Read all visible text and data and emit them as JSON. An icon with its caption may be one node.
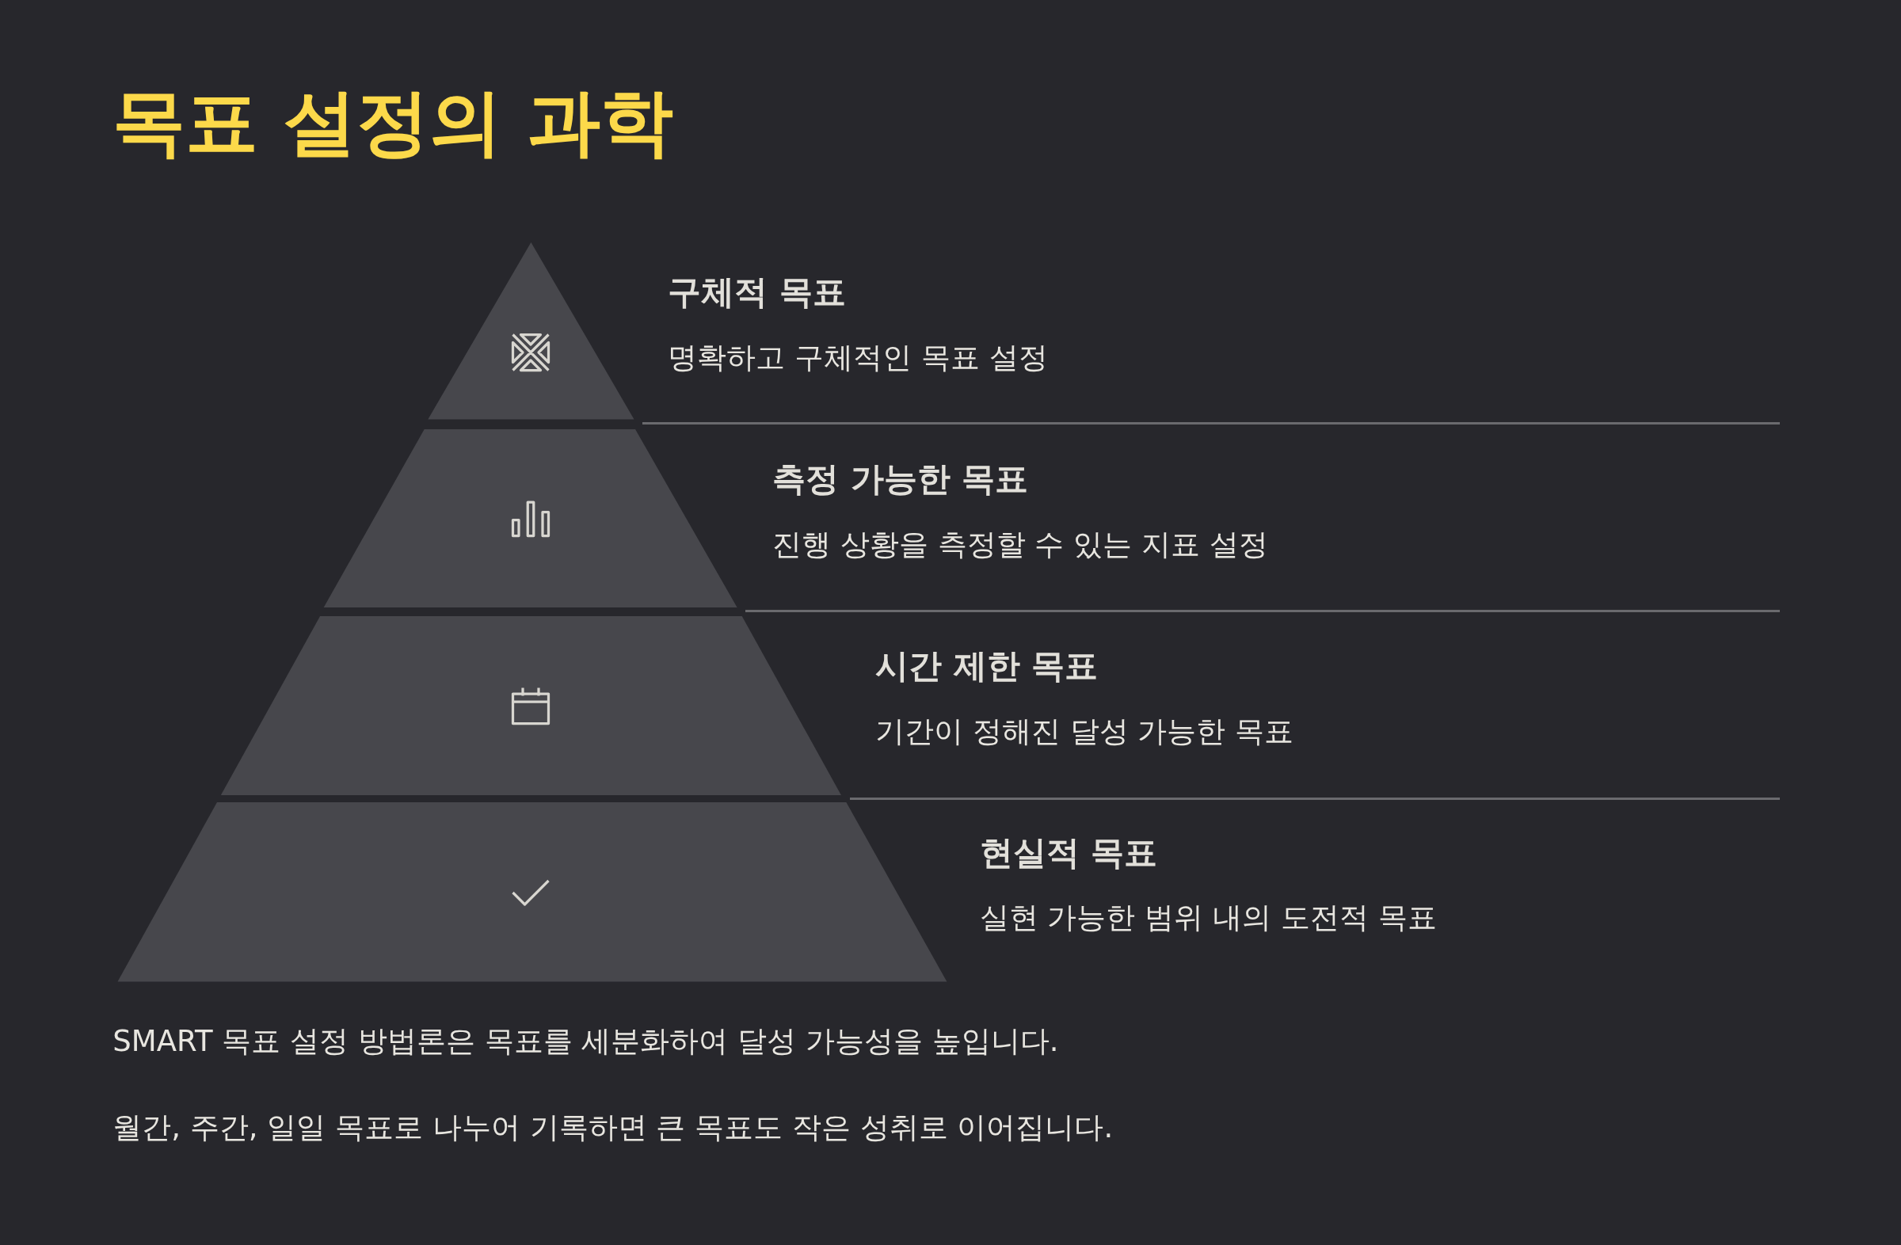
{
  "diagram": {
    "title": "목표 설정의 과학",
    "nodes": [
      {
        "text": [
          "구체적 목표",
          "명확하고 구체적인 목표 설정"
        ]
      },
      {
        "text": [
          "측정 가능한 목표",
          "진행 상황을 측정할 수 있는 지표 설정"
        ]
      },
      {
        "text": [
          "시간 제한 목표",
          "기간이 정해진 달성 가능한 목표"
        ]
      },
      {
        "text": [
          "현실적 목표",
          "실현 가능한 범위 내의 도전적 목표"
        ]
      }
    ],
    "labels": [
      "SMART 목표 설정 방법론은 목표를 세분화하여 달성 가능성을 높입니다.",
      "월간, 주간, 일일 목표로 나누어 기록하면 큰 목표도 작은 성취로 이어집니다."
    ]
  }
}
